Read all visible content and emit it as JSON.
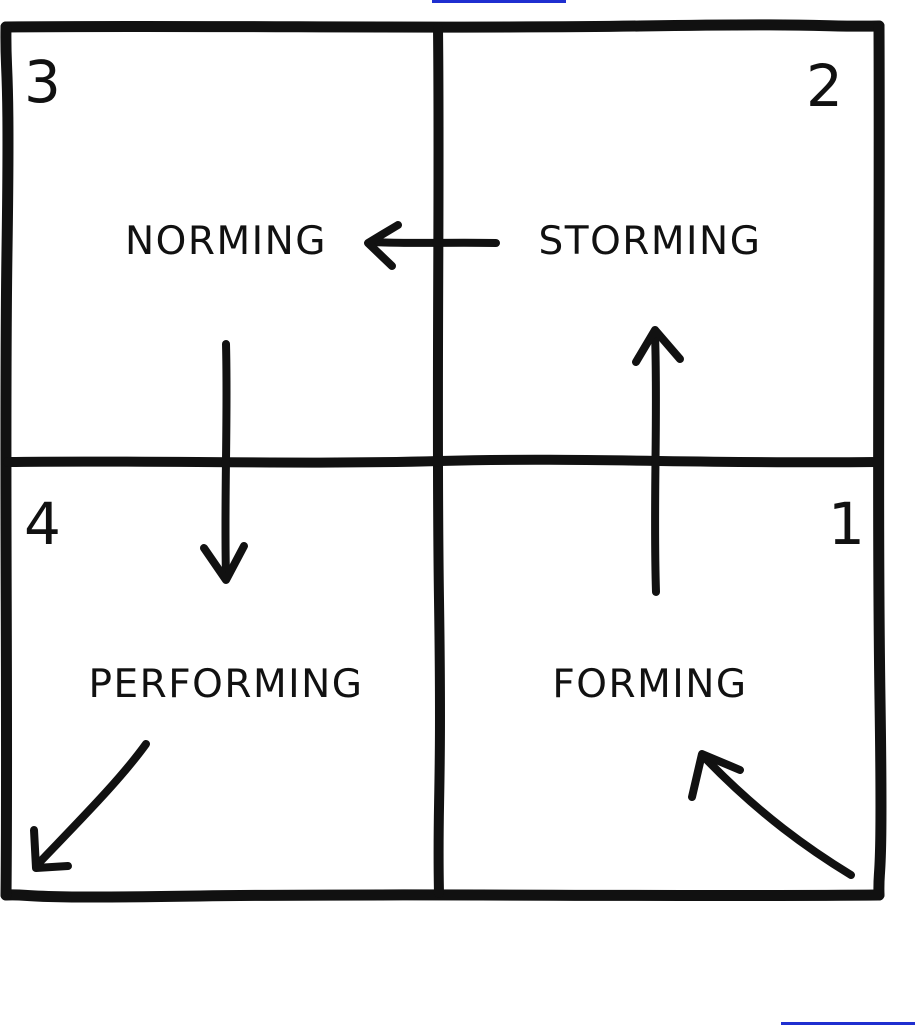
{
  "colors": {
    "ink": "#111111",
    "background": "#ffffff",
    "link": "#1f2fd0"
  },
  "quadrants": [
    {
      "number": "1",
      "label": "FORMING"
    },
    {
      "number": "2",
      "label": "STORMING"
    },
    {
      "number": "3",
      "label": "NORMING"
    },
    {
      "number": "4",
      "label": "PERFORMING"
    }
  ],
  "icons": {
    "entry": "arrow-up-left-icon",
    "forming_to_storming": "arrow-up-icon",
    "storming_to_norming": "arrow-left-icon",
    "norming_to_performing": "arrow-down-icon",
    "exit": "arrow-down-left-icon"
  }
}
